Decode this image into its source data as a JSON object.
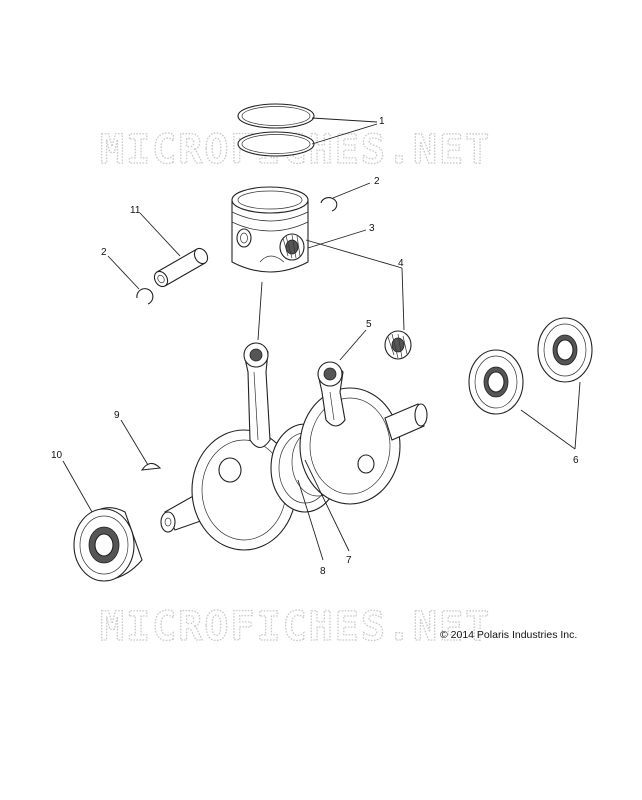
{
  "watermark": {
    "top_text": "MICROFICHES.NET",
    "bottom_text": "MICROFICHES.NET"
  },
  "copyright": "© 2014 Polaris Industries Inc.",
  "callouts": [
    {
      "id": "1",
      "text": "1"
    },
    {
      "id": "2a",
      "text": "2"
    },
    {
      "id": "2b",
      "text": "2"
    },
    {
      "id": "3",
      "text": "3"
    },
    {
      "id": "4",
      "text": "4"
    },
    {
      "id": "5",
      "text": "5"
    },
    {
      "id": "6",
      "text": "6"
    },
    {
      "id": "7",
      "text": "7"
    },
    {
      "id": "8",
      "text": "8"
    },
    {
      "id": "9",
      "text": "9"
    },
    {
      "id": "10",
      "text": "10"
    },
    {
      "id": "11",
      "text": "11"
    }
  ]
}
